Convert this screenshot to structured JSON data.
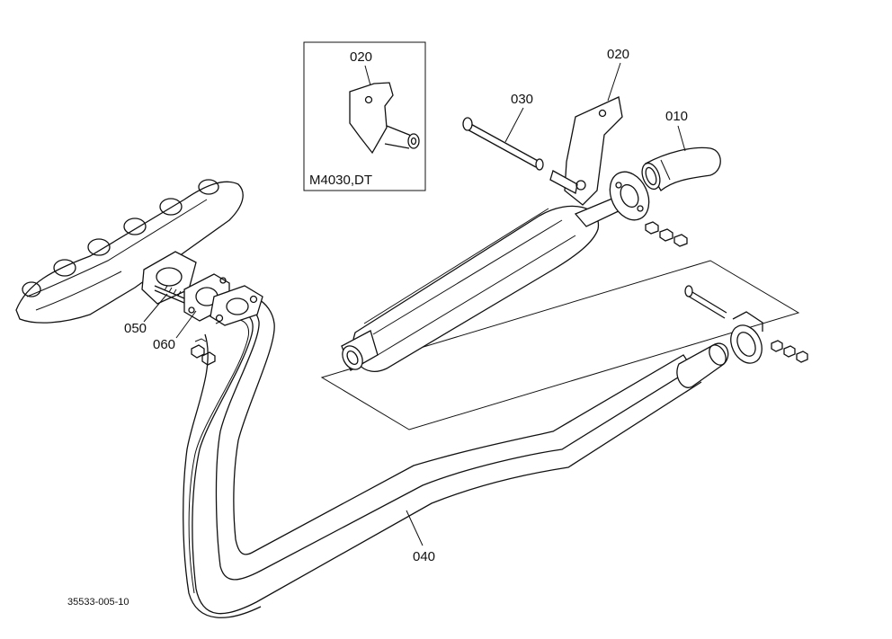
{
  "diagram": {
    "inset_title": "M4030,DT",
    "drawing_code": "35533-005-10",
    "callouts": {
      "inset_020": "020",
      "p010": "010",
      "p020": "020",
      "p030": "030",
      "p040": "040",
      "p050": "050",
      "p060": "060"
    }
  }
}
